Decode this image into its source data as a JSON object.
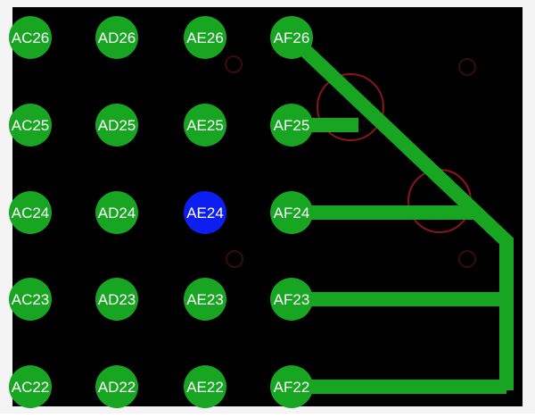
{
  "colors": {
    "board_bg": "#000000",
    "frame": "#f4f4f4",
    "pad": "#18a522",
    "pad_selected": "#0d1ff0",
    "trace": "#18a522",
    "pad_text": "#ffffff",
    "marker": "#a41a1a"
  },
  "columns": [
    "AC",
    "AD",
    "AE",
    "AF"
  ],
  "rows": [
    "26",
    "25",
    "24",
    "23",
    "22"
  ],
  "pads": [
    {
      "id": "AC26",
      "label": "AC26",
      "col": 0,
      "row": 0
    },
    {
      "id": "AD26",
      "label": "AD26",
      "col": 1,
      "row": 0
    },
    {
      "id": "AE26",
      "label": "AE26",
      "col": 2,
      "row": 0
    },
    {
      "id": "AF26",
      "label": "AF26",
      "col": 3,
      "row": 0
    },
    {
      "id": "AC25",
      "label": "AC25",
      "col": 0,
      "row": 1
    },
    {
      "id": "AD25",
      "label": "AD25",
      "col": 1,
      "row": 1
    },
    {
      "id": "AE25",
      "label": "AE25",
      "col": 2,
      "row": 1
    },
    {
      "id": "AF25",
      "label": "AF25",
      "col": 3,
      "row": 1
    },
    {
      "id": "AC24",
      "label": "AC24",
      "col": 0,
      "row": 2
    },
    {
      "id": "AD24",
      "label": "AD24",
      "col": 1,
      "row": 2
    },
    {
      "id": "AE24",
      "label": "AE24",
      "col": 2,
      "row": 2,
      "selected": true
    },
    {
      "id": "AF24",
      "label": "AF24",
      "col": 3,
      "row": 2
    },
    {
      "id": "AC23",
      "label": "AC23",
      "col": 0,
      "row": 3
    },
    {
      "id": "AD23",
      "label": "AD23",
      "col": 1,
      "row": 3
    },
    {
      "id": "AE23",
      "label": "AE23",
      "col": 2,
      "row": 3
    },
    {
      "id": "AF23",
      "label": "AF23",
      "col": 3,
      "row": 3
    },
    {
      "id": "AC22",
      "label": "AC22",
      "col": 0,
      "row": 4
    },
    {
      "id": "AD22",
      "label": "AD22",
      "col": 1,
      "row": 4
    },
    {
      "id": "AE22",
      "label": "AE22",
      "col": 2,
      "row": 4
    },
    {
      "id": "AF22",
      "label": "AF22",
      "col": 3,
      "row": 4
    }
  ],
  "traces": [
    {
      "id": "trace-af26",
      "from": "AF26"
    },
    {
      "id": "trace-af25",
      "from": "AF25"
    },
    {
      "id": "trace-af24",
      "from": "AF24"
    },
    {
      "id": "trace-af23",
      "from": "AF23"
    },
    {
      "id": "trace-af22",
      "from": "AF22"
    }
  ]
}
